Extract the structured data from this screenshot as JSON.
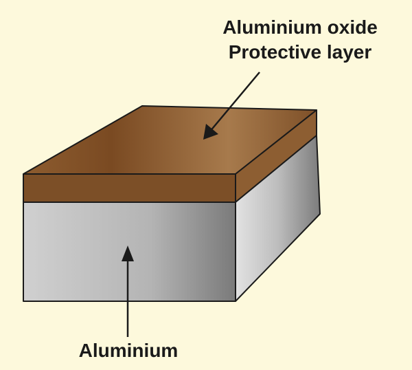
{
  "labels": {
    "oxide_line1": "Aluminium oxide",
    "oxide_line2": "Protective layer",
    "aluminium": "Aluminium"
  },
  "colors": {
    "background": "#fdf9dc",
    "oxide": "#8a5a2e",
    "aluminium": "#c4c4c4",
    "outline": "#1a1a1a"
  }
}
